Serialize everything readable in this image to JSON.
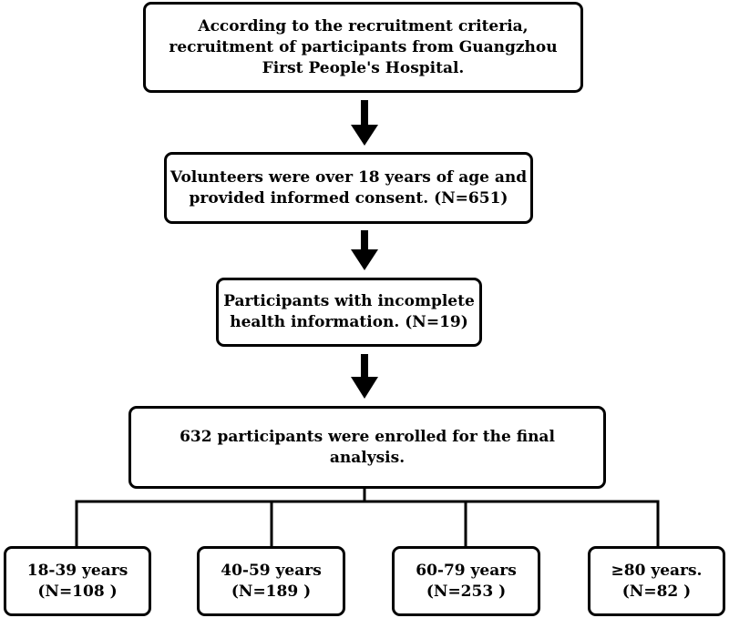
{
  "boxes": {
    "top": [
      "According to the recruitment criteria,",
      "recruitment of participants from Guangzhou",
      "First People's Hospital."
    ],
    "volunteers": [
      "Volunteers were over 18 years of age and",
      "provided informed consent. (N=651)"
    ],
    "incomplete": [
      "Participants with incomplete",
      "health information. (N=19)"
    ],
    "enrolled": [
      "632 participants were enrolled for the final",
      "analysis."
    ]
  },
  "groups": [
    {
      "label": "18-39 years",
      "count": "(N=108 )"
    },
    {
      "label": "40-59 years",
      "count": "(N=189 )"
    },
    {
      "label": "60-79 years",
      "count": "(N=253 )"
    },
    {
      "label": "≥80 years.",
      "count": "(N=82 )"
    }
  ]
}
